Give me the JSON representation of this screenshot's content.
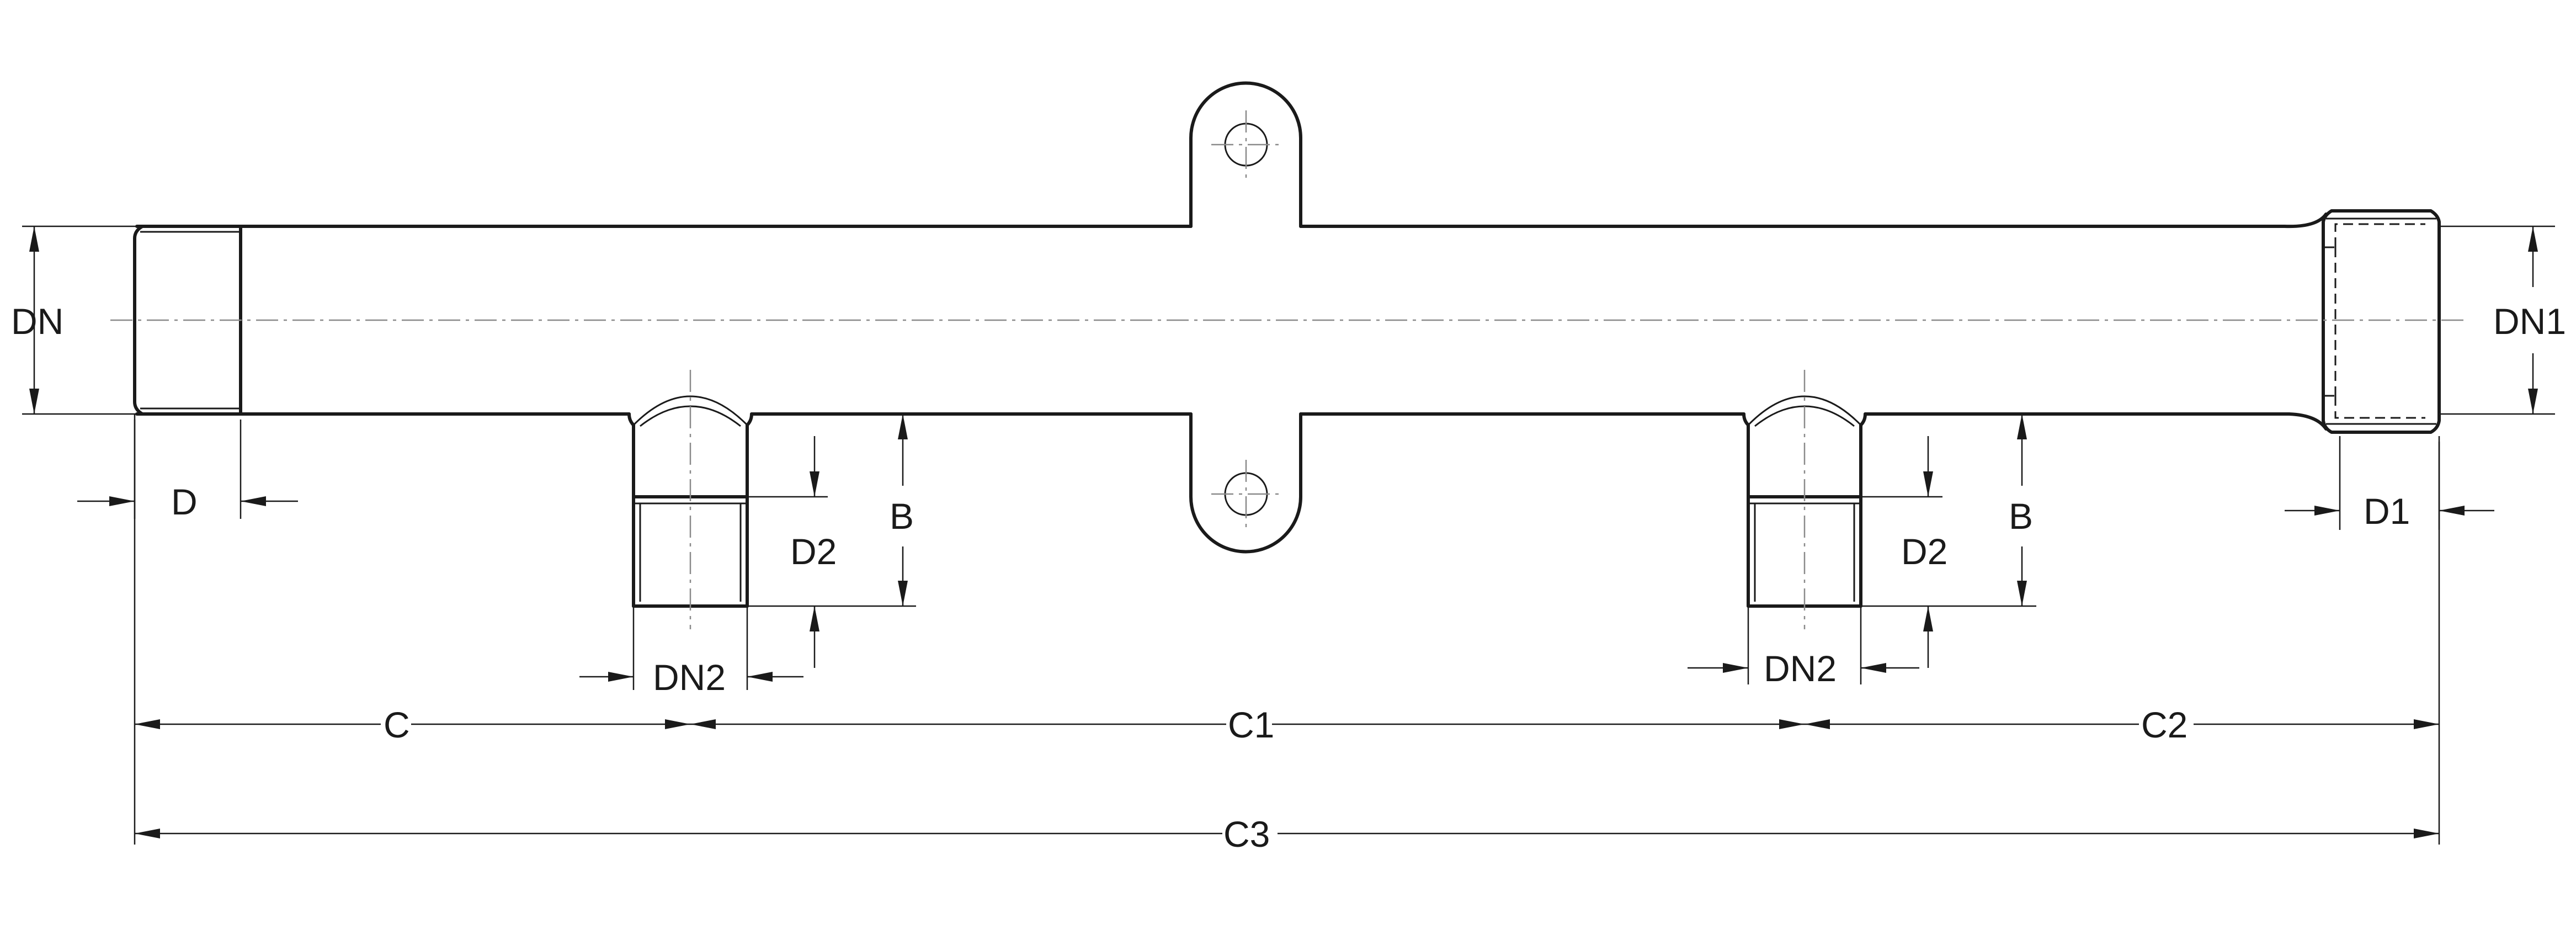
{
  "labels": {
    "dn": "DN",
    "dn1": "DN1",
    "d": "D",
    "d1": "D1",
    "b": "B",
    "d2": "D2",
    "dn2": "DN2",
    "c": "C",
    "c1": "C1",
    "c2": "C2",
    "c3": "C3"
  }
}
